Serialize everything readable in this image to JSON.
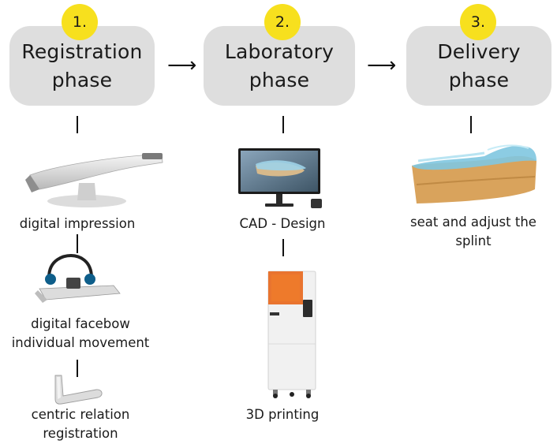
{
  "phases": [
    {
      "number": "1.",
      "title": "Registration\nphase"
    },
    {
      "number": "2.",
      "title": "Laboratory\nphase"
    },
    {
      "number": "3.",
      "title": "Delivery\nphase"
    }
  ],
  "arrow_glyph": "⟶",
  "steps": {
    "registration": [
      {
        "label": "digital impression"
      },
      {
        "label": "digital facebow\nindividual movement"
      },
      {
        "label": "centric relation\nregistration"
      }
    ],
    "laboratory": [
      {
        "label": "CAD - Design"
      },
      {
        "label": "3D printing"
      }
    ],
    "delivery": [
      {
        "label": "seat and adjust the\nsplint"
      }
    ]
  },
  "icons": {
    "scanner": "intraoral-scanner-icon",
    "facebow": "digital-facebow-icon",
    "jig": "centric-relation-jig-icon",
    "monitor": "cad-monitor-icon",
    "printer": "3d-printer-icon",
    "splint": "splint-on-model-icon"
  },
  "colors": {
    "badge": "#f7e01e",
    "phase_box": "#dedede",
    "printer_hood": "#e8661a",
    "splint_blue": "#7fc6e0",
    "model_tan": "#d9a35c"
  }
}
